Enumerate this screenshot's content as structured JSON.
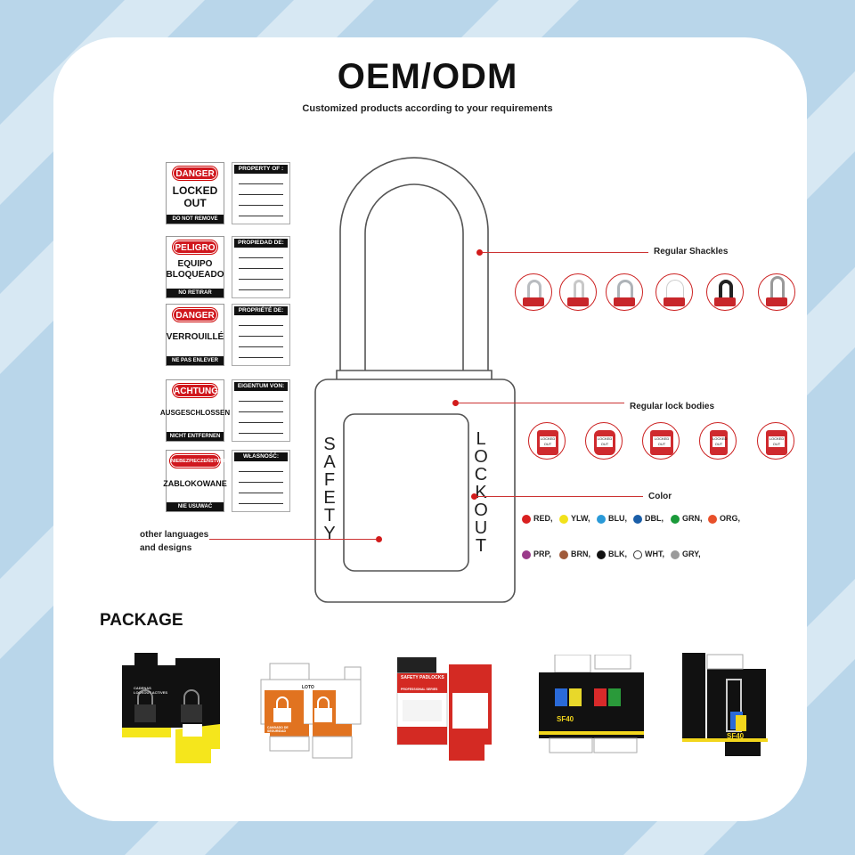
{
  "header": {
    "title": "OEM/ODM",
    "subtitle": "Customized products according to your requirements"
  },
  "tags": [
    {
      "header": "DANGER",
      "body1": "LOCKED",
      "body2": "OUT",
      "footer": "DO NOT REMOVE",
      "prop": "PROPERTY OF :"
    },
    {
      "header": "PELIGRO",
      "body1": "EQUIPO",
      "body2": "BLOQUEADO",
      "footer": "NO RETIRAR",
      "prop": "PROPIEDAD DE:"
    },
    {
      "header": "DANGER",
      "body1": "VERROUILLÉ",
      "body2": "",
      "footer": "NE PAS ENLEVER",
      "prop": "PROPRIÉTÉ DE:"
    },
    {
      "header": "ACHTUNG",
      "body1": "AUSGESCHLOSSEN",
      "body2": "",
      "footer": "NICHT ENTFERNEN",
      "prop": "EIGENTUM VON:"
    },
    {
      "header": "NIEBEZPIECZEŃSTWO",
      "body1": "ZABLOKOWANE",
      "body2": "",
      "footer": "NIE USUWAĆ",
      "prop": "WŁASNOŚĆ:"
    }
  ],
  "padlock": {
    "left_text": [
      "S",
      "A",
      "F",
      "E",
      "T",
      "Y"
    ],
    "right_text": [
      "L",
      "O",
      "C",
      "K",
      "O",
      "U",
      "T"
    ]
  },
  "callouts": {
    "shackles": "Regular Shackles",
    "bodies": "Regular lock bodies",
    "color": "Color",
    "other_line1": "other languages",
    "other_line2": "and designs"
  },
  "colors": [
    {
      "code": "RED,",
      "hex": "#d92020"
    },
    {
      "code": "YLW,",
      "hex": "#f2e21b"
    },
    {
      "code": "BLU,",
      "hex": "#2a9ad8"
    },
    {
      "code": "DBL,",
      "hex": "#1a5ea8"
    },
    {
      "code": "GRN,",
      "hex": "#1a9a3a"
    },
    {
      "code": "ORG,",
      "hex": "#e8502a"
    },
    {
      "code": "PRP,",
      "hex": "#9a3a8a"
    },
    {
      "code": "BRN,",
      "hex": "#a05a3a"
    },
    {
      "code": "BLK,",
      "hex": "#111111"
    },
    {
      "code": "WHT,",
      "hex": "#ffffff"
    },
    {
      "code": "GRY,",
      "hex": "#9a9a9a"
    }
  ],
  "lock_body_label": "LOCKED OUT",
  "package": {
    "heading": "PACKAGE",
    "box1_text": "CADENAS LOCKOUT ACTIVES",
    "box2_text": "LOTO",
    "box2_sub": "CANDADO DE SEGURIDAD",
    "box3_text": "SAFETY PADLOCKS",
    "box3_sub": "PROFESSIONAL SERIES",
    "box4_text": "SF40",
    "box5_text": "SF40"
  }
}
